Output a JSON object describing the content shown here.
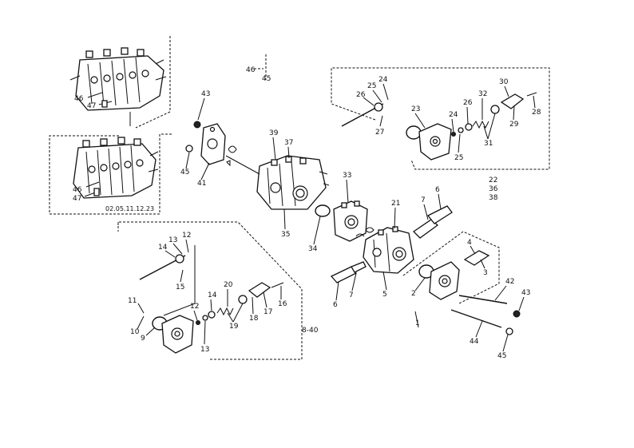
{
  "diagram": {
    "reference_code": "02.05.11.12.23",
    "part_labels": {
      "p1": "1",
      "p2": "2",
      "p3": "3",
      "p4": "4",
      "p5": "5",
      "p6a": "6",
      "p6b": "6",
      "p7a": "7",
      "p7b": "7",
      "p8_40": "8-40",
      "p9": "9",
      "p10": "10",
      "p11": "11",
      "p12a": "12",
      "p12b": "12",
      "p13a": "13",
      "p13b": "13",
      "p14a": "14",
      "p14b": "14",
      "p15": "15",
      "p16": "16",
      "p17": "17",
      "p18": "18",
      "p19": "19",
      "p20": "20",
      "p21": "21",
      "p22": "22",
      "p23": "23",
      "p24a": "24",
      "p24b": "24",
      "p25a": "25",
      "p25b": "25",
      "p26a": "26",
      "p26b": "26",
      "p27": "27",
      "p28": "28",
      "p29": "29",
      "p30": "30",
      "p31": "31",
      "p32": "32",
      "p33": "33",
      "p34": "34",
      "p35": "35",
      "p36": "36",
      "p37": "37",
      "p38": "38",
      "p39": "39",
      "p41": "41",
      "p42": "42",
      "p43a": "43",
      "p43b": "43",
      "p44": "44",
      "p45a": "45",
      "p45b": "45",
      "p45c": "45",
      "p46a": "46",
      "p46b": "46",
      "p46c": "46",
      "p47a": "47",
      "p47b": "47"
    }
  }
}
